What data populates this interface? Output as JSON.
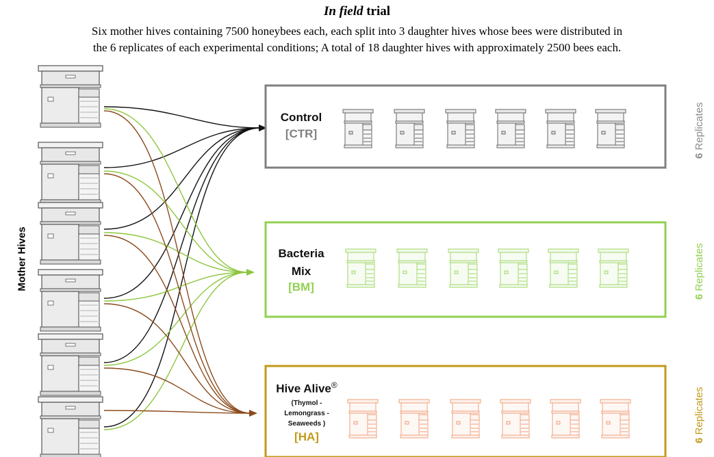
{
  "header": {
    "title_italic": "In field",
    "title_rest": " trial",
    "description_line1": "Six mother hives containing 7500 honeybees each, each split into 3 daughter hives whose bees were distributed in",
    "description_line2": "the 6 replicates of each experimental conditions; A total of 18 daughter hives with approximately 2500 bees each."
  },
  "mother": {
    "axis_label": "Mother Hives",
    "count": 6
  },
  "colors": {
    "black": "#111111",
    "green": "#8cc63f",
    "brown": "#8b4a1c",
    "ctr_box": "#7f7f7f",
    "bm_box": "#92d050",
    "ha_box": "#c19a19",
    "ha_code": "#c19a19",
    "ctr_code": "#808080",
    "bm_code": "#92d050"
  },
  "groups": {
    "ctr": {
      "name": "Control",
      "code": "[CTR]",
      "rep_num": "6",
      "rep_word": " Replicates",
      "hive_count": 6
    },
    "bm": {
      "name1": "Bacteria",
      "name2": "Mix",
      "code": "[BM]",
      "rep_num": "6",
      "rep_word": " Replicates",
      "hive_count": 6
    },
    "ha": {
      "name": "Hive Alive",
      "sup": "®",
      "sub1": "(Thymol -",
      "sub2": "Lemongrass -",
      "sub3": "Seaweeds )",
      "code": "[HA]",
      "rep_num": "6",
      "rep_word": " Replicates",
      "hive_count": 6
    }
  }
}
